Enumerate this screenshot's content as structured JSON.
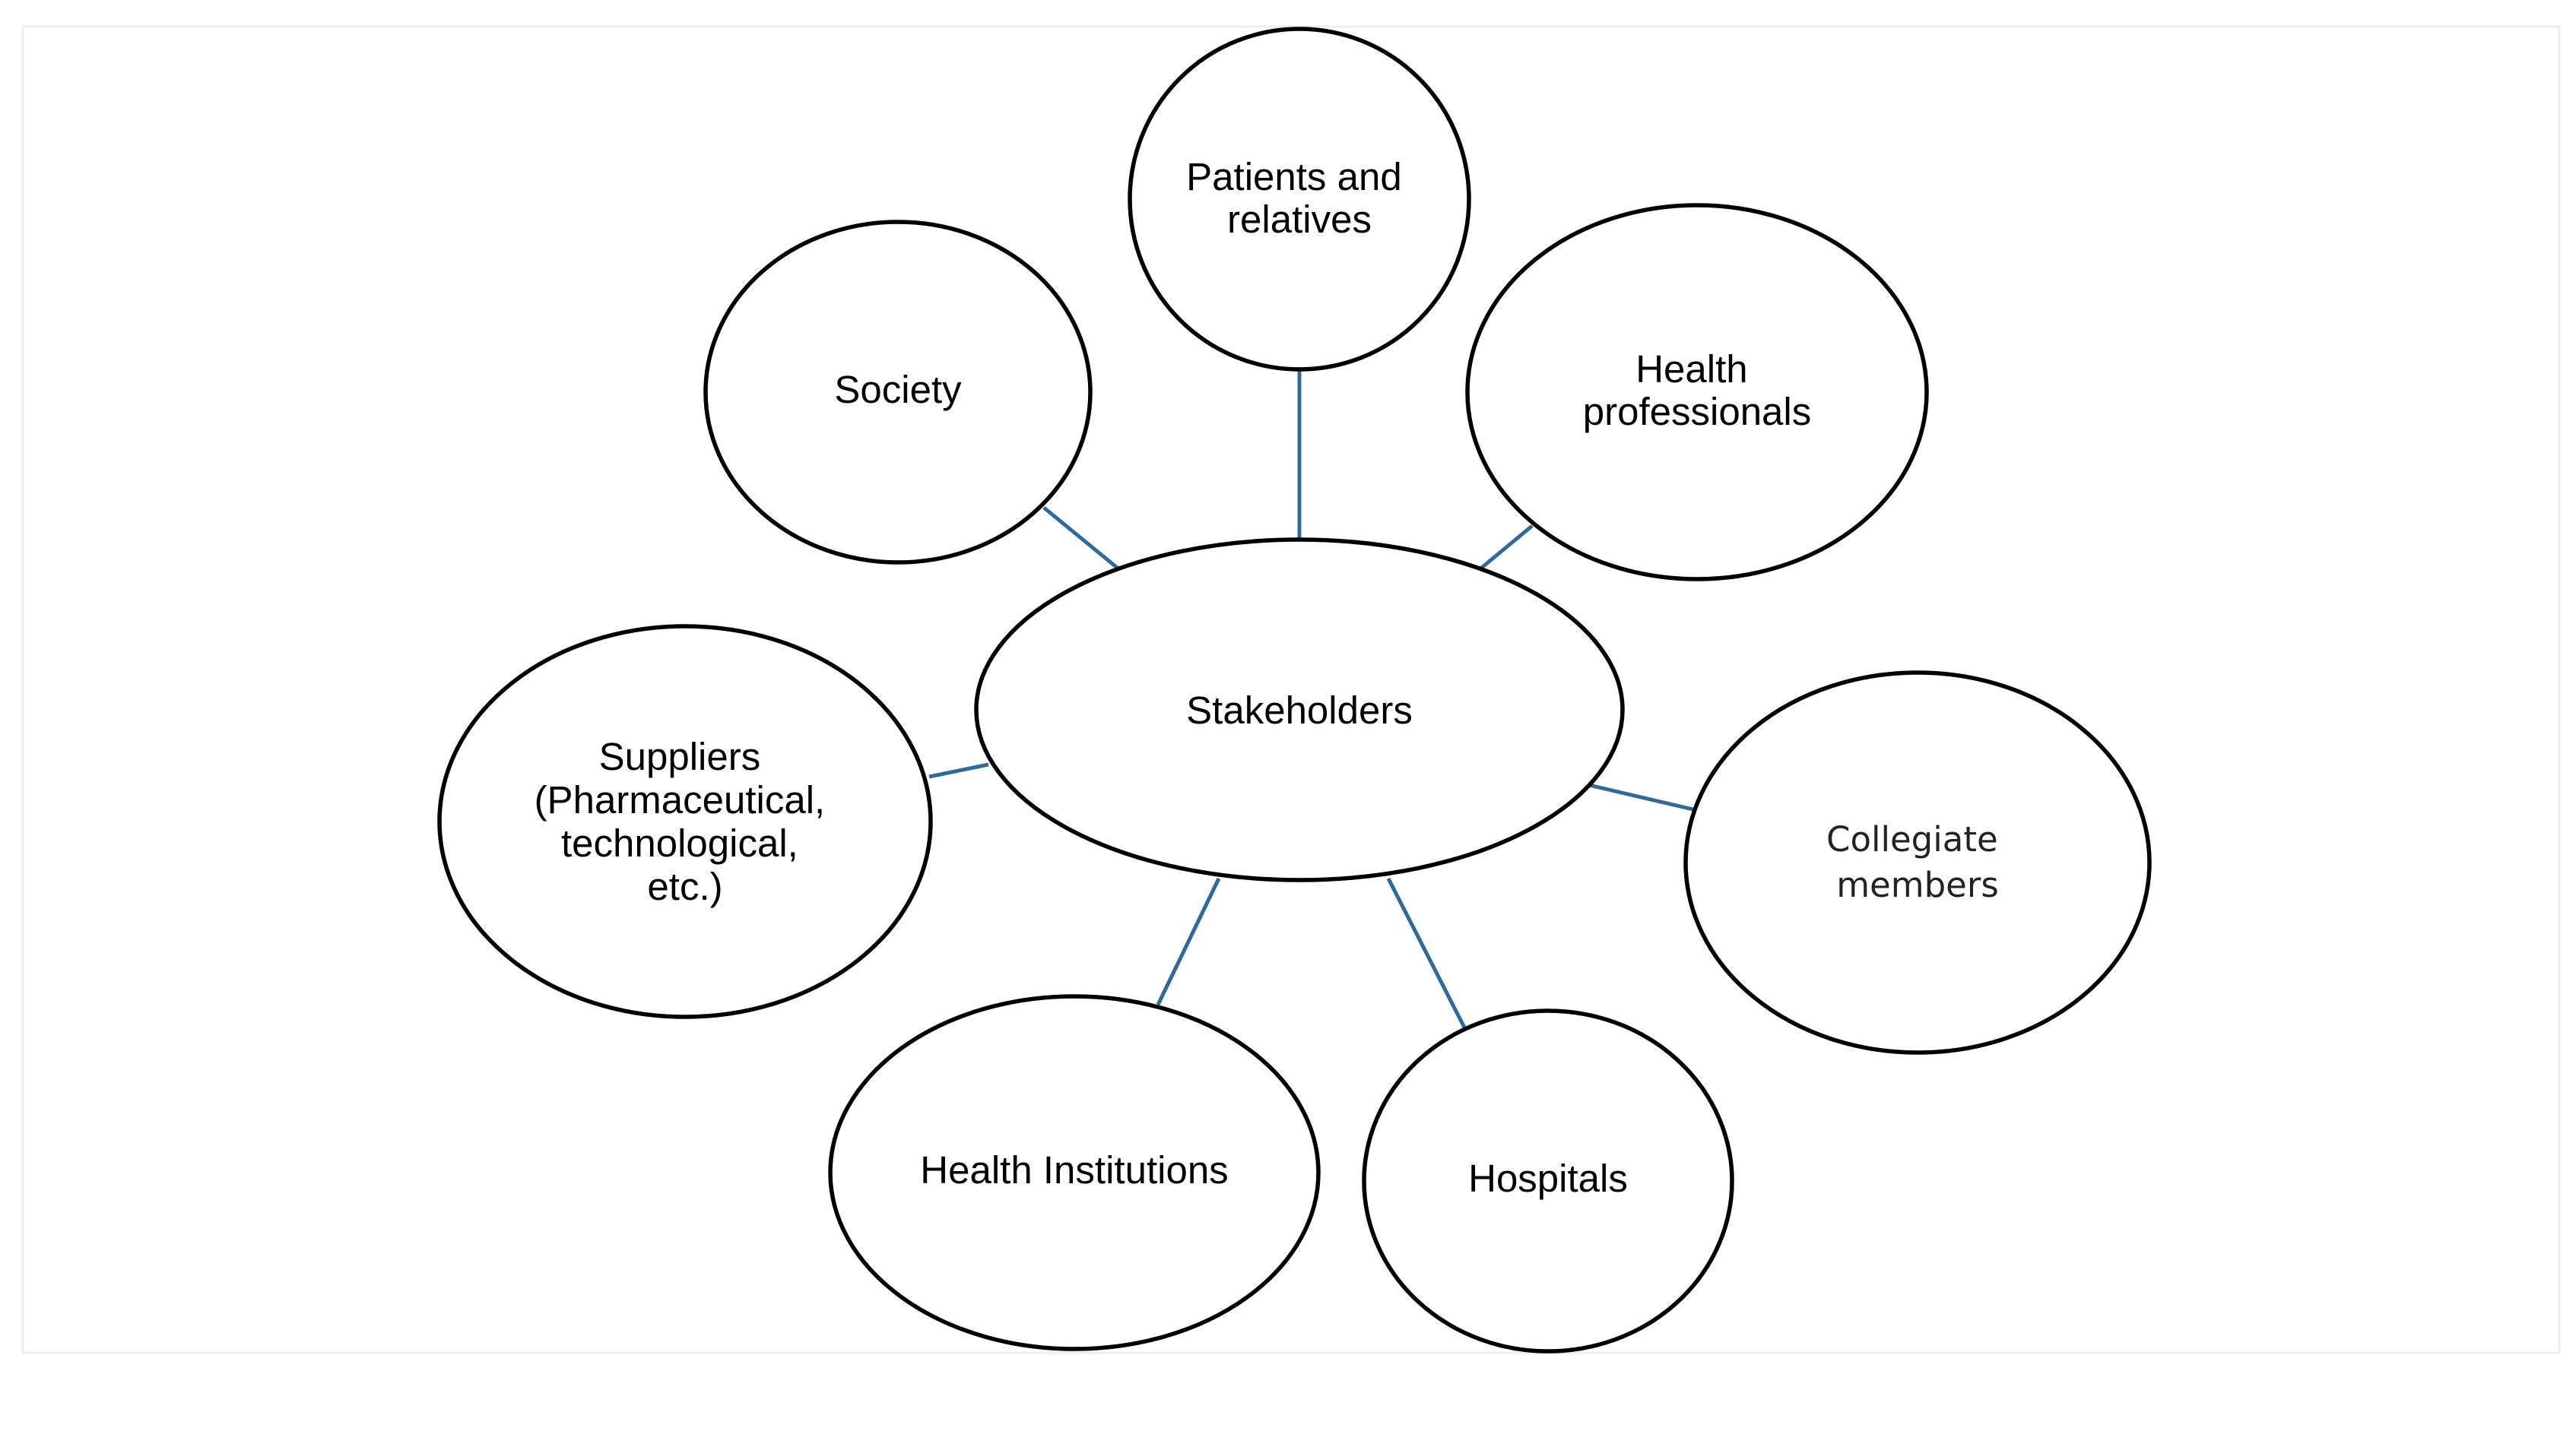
{
  "diagram": {
    "center": {
      "label": "Stakeholders"
    },
    "nodes": [
      {
        "id": "patients",
        "lines": [
          "Patients and",
          "relatives"
        ]
      },
      {
        "id": "society",
        "lines": [
          "Society"
        ]
      },
      {
        "id": "health-professionals",
        "lines": [
          "Health",
          "professionals"
        ]
      },
      {
        "id": "suppliers",
        "lines": [
          "Suppliers",
          "(Pharmaceutical,",
          "technological,",
          "etc.)"
        ]
      },
      {
        "id": "collegiate",
        "lines": [
          "Collegiate",
          "members"
        ]
      },
      {
        "id": "health-institutions",
        "lines": [
          "Health Institutions"
        ]
      },
      {
        "id": "hospitals",
        "lines": [
          "Hospitals"
        ]
      }
    ],
    "colors": {
      "connector": "#2e6b9a",
      "outline": "#000000",
      "fill": "#ffffff"
    }
  }
}
